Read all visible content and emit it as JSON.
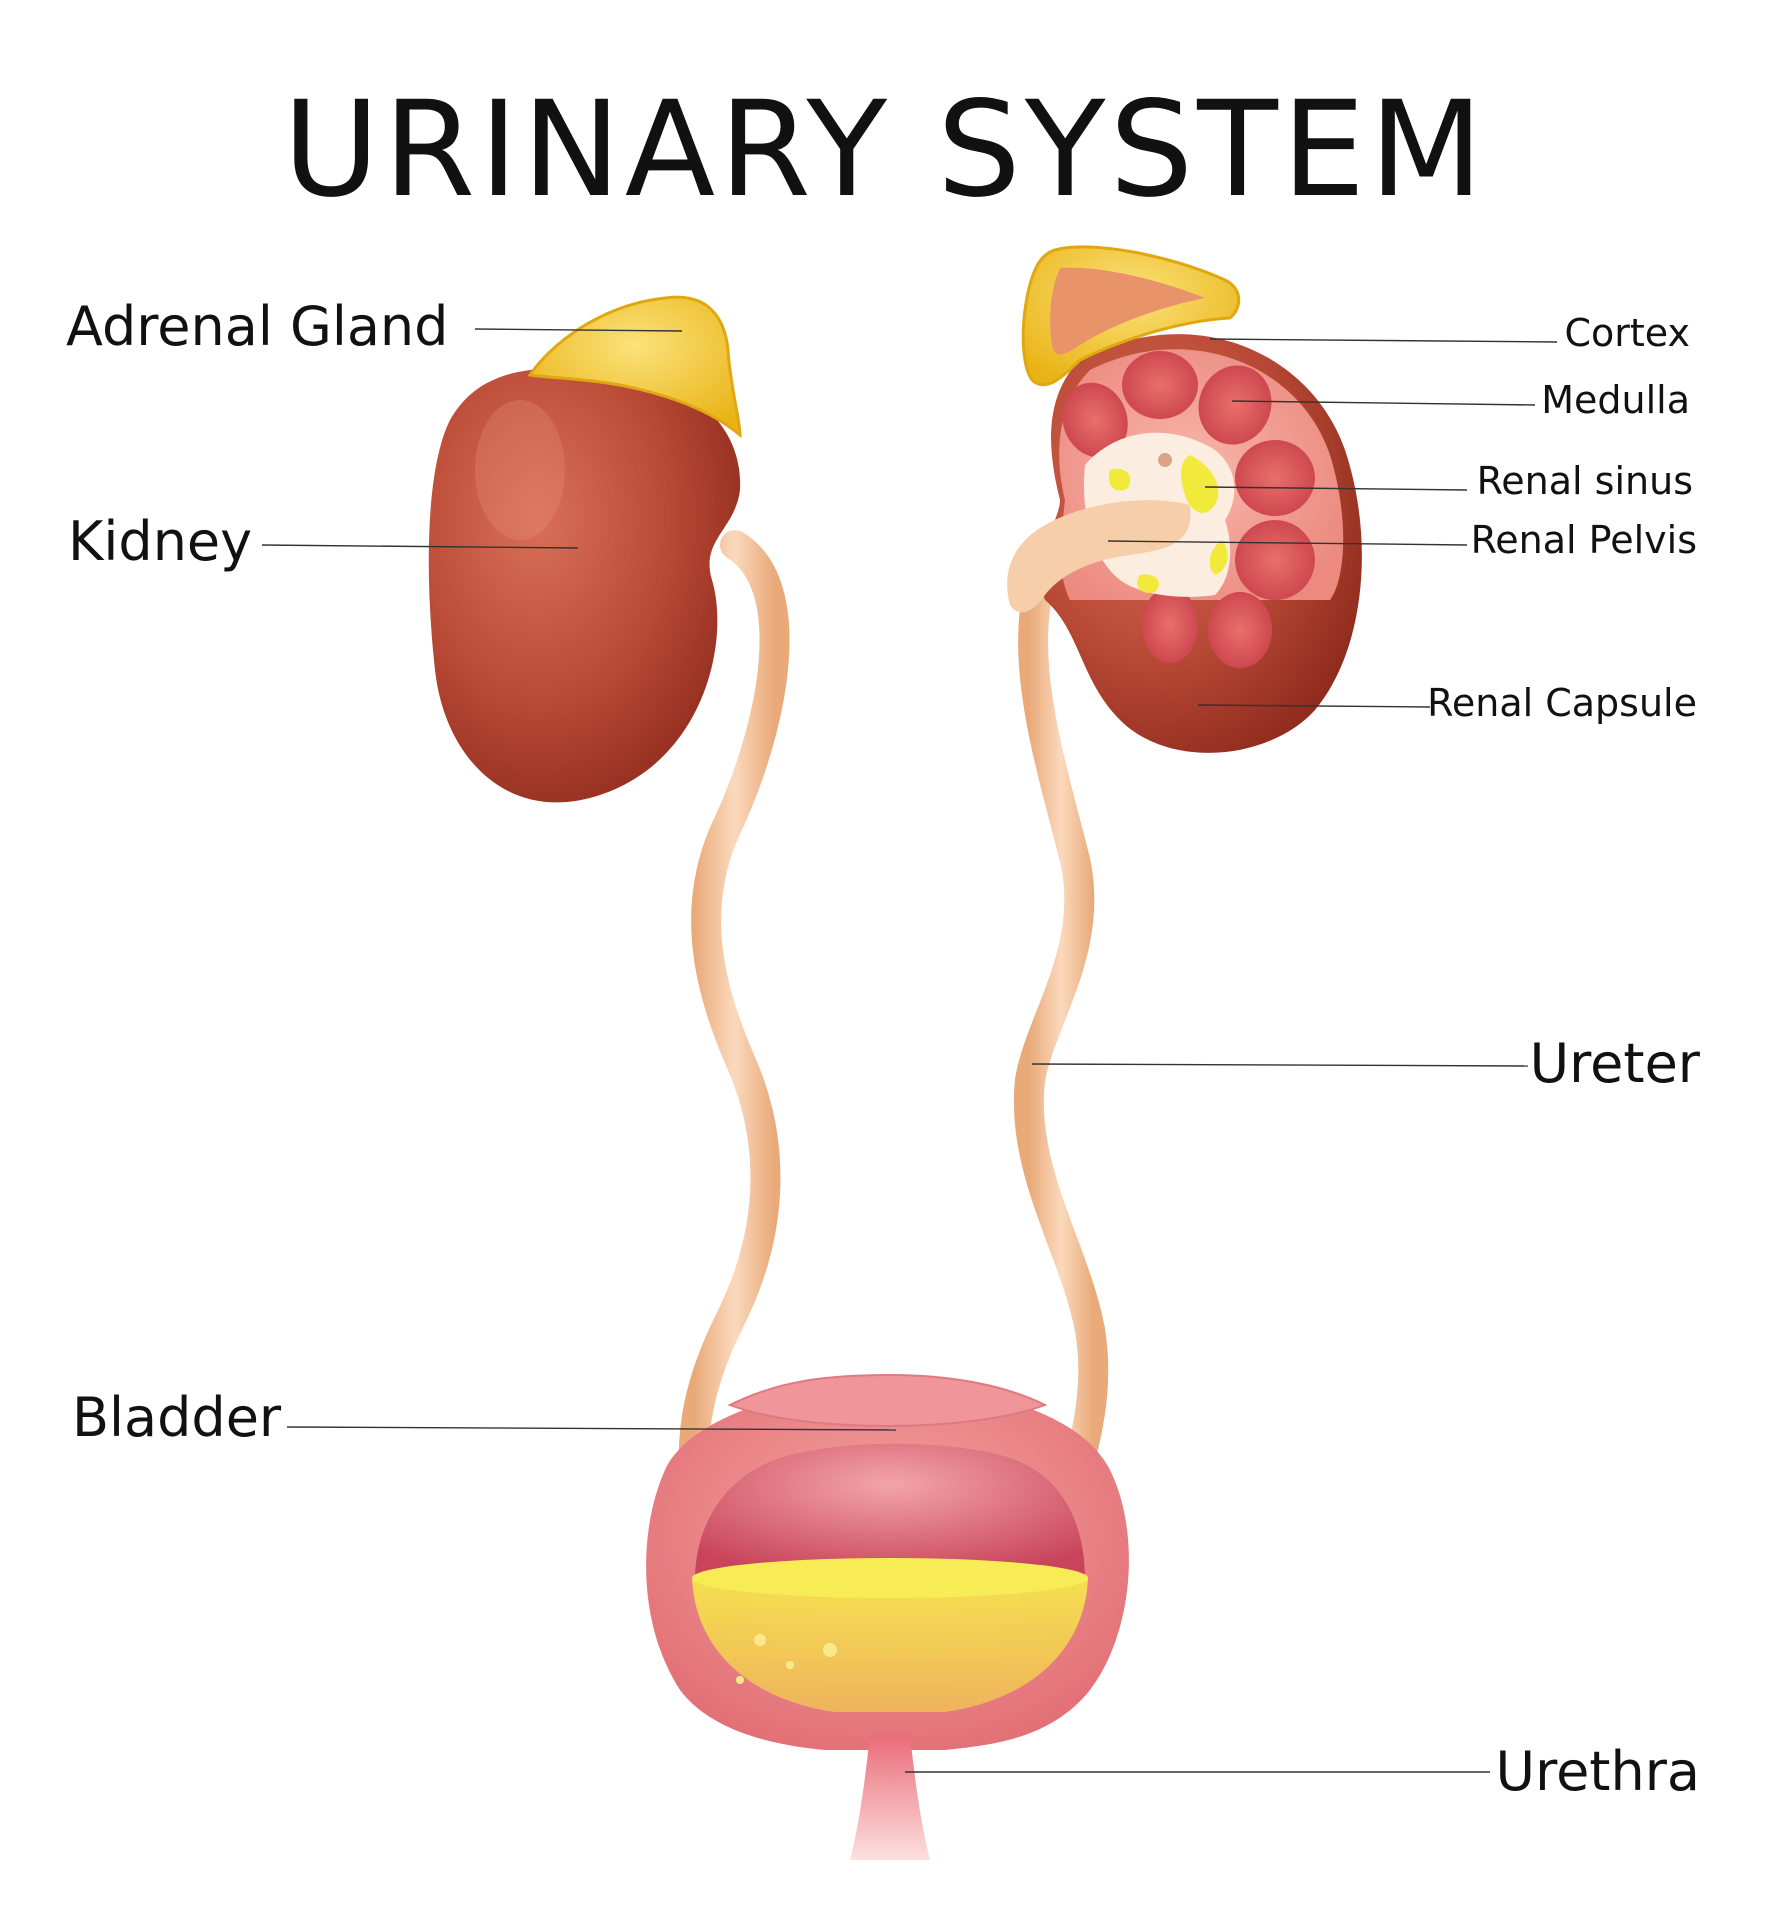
{
  "title": "URINARY SYSTEM",
  "labels": {
    "adrenal_gland": "Adrenal Gland",
    "kidney": "Kidney",
    "bladder": "Bladder",
    "cortex": "Cortex",
    "medulla": "Medulla",
    "renal_sinus": "Renal sinus",
    "renal_pelvis": "Renal Pelvis",
    "renal_capsule": "Renal Capsule",
    "ureter": "Ureter",
    "urethra": "Urethra"
  },
  "colors": {
    "kidney": "#b94a36",
    "kidney_dark": "#8e2a1c",
    "kidney_light": "#d9705a",
    "adrenal": "#f3c21e",
    "adrenal_light": "#fbe27a",
    "adrenal_inner": "#e9936b",
    "ureter": "#f7c6a0",
    "ureter_edge": "#e9a979",
    "cortex": "#f29a91",
    "medulla": "#e05a5a",
    "sinus": "#fbeee0",
    "sinus_yellow": "#f2ea3a",
    "bladder": "#ec8a8a",
    "bladder_inner": "#d95a66",
    "urine": "#f3dc3a"
  }
}
